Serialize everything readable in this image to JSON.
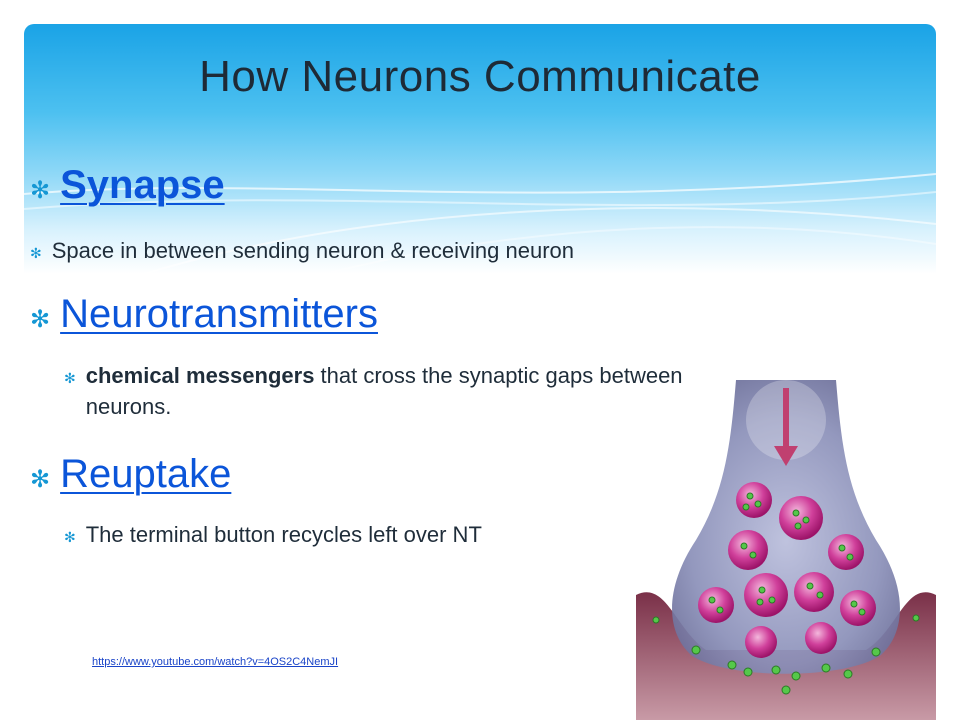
{
  "slide": {
    "title": "How Neurons Communicate",
    "bullets": {
      "synapse": "Synapse",
      "synapse_def": "Space in between sending neuron & receiving neuron",
      "neurotransmitters": "Neurotransmitters",
      "nt_bold": "chemical messengers",
      "nt_rest": " that cross the synaptic gaps between neurons.",
      "reuptake": "Reuptake",
      "reuptake_def": "The terminal button recycles left over NT"
    },
    "link": "https://www.youtube.com/watch?v=4OS2C4NemJI",
    "colors": {
      "accent": "#1597d4",
      "heading_link": "#0b55d9",
      "neuron_body": "#8a8fb8",
      "vesicle": "#c2187c",
      "neurotransmitter": "#55c84a"
    },
    "icons": {
      "bullet": "asterisk-bullet-icon",
      "arrow": "down-arrow-icon"
    }
  }
}
